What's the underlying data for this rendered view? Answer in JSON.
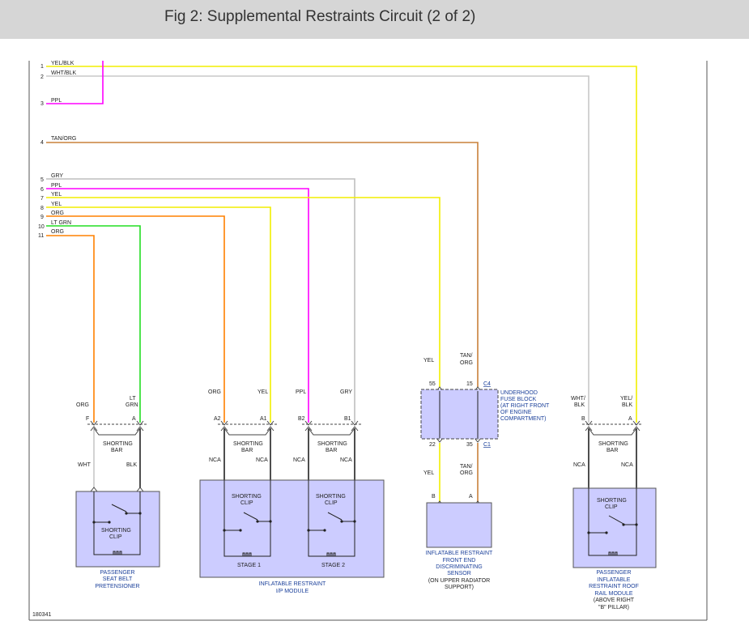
{
  "page": {
    "title": "Fig 2: Supplemental Restraints Circuit (2 of 2)"
  },
  "diagram_id": "180341",
  "colors": {
    "yellow": "#f2ee00",
    "white": "#c8c8c8",
    "purple": "#ff00ff",
    "tan_orange": "#c9803a",
    "gray": "#bebebe",
    "orange": "#ff8000",
    "green": "#22dd22",
    "module_fill": "#ccccff",
    "label_blue": "#1a3f9a"
  },
  "pins": [
    {
      "num": "1",
      "wire": "YEL/BLK"
    },
    {
      "num": "2",
      "wire": "WHT/BLK"
    },
    {
      "num": "3",
      "wire": "PPL"
    },
    {
      "num": "4",
      "wire": "TAN/ORG"
    },
    {
      "num": "5",
      "wire": "GRY"
    },
    {
      "num": "6",
      "wire": "PPL"
    },
    {
      "num": "7",
      "wire": "YEL"
    },
    {
      "num": "8",
      "wire": "YEL"
    },
    {
      "num": "9",
      "wire": "ORG"
    },
    {
      "num": "10",
      "wire": "LT GRN"
    },
    {
      "num": "11",
      "wire": "ORG"
    }
  ],
  "seatbelt": {
    "wire_left": "ORG",
    "wire_right_1": "LT",
    "wire_right_2": "GRN",
    "pin_left": "F",
    "pin_right": "A",
    "bar_1": "SHORTING",
    "bar_2": "BAR",
    "lower_left": "WHT",
    "lower_right": "BLK",
    "clip_1": "SHORTING",
    "clip_2": "CLIP",
    "label_1": "PASSENGER",
    "label_2": "SEAT BELT",
    "label_3": "PRETENSIONER"
  },
  "ip_module": {
    "wires": [
      "ORG",
      "YEL",
      "PPL",
      "GRY"
    ],
    "pins": [
      "A2",
      "A1",
      "B2",
      "B1"
    ],
    "bar_1": "SHORTING",
    "bar_2": "BAR",
    "nca": "NCA",
    "clip_1": "SHORTING",
    "clip_2": "CLIP",
    "stage1": "STAGE 1",
    "stage2": "STAGE 2",
    "label_1": "INFLATABLE RESTRAINT",
    "label_2": "I/P MODULE"
  },
  "fuse_block": {
    "wire_left": "YEL",
    "wire_right_1": "TAN/",
    "wire_right_2": "ORG",
    "pin_top_left": "55",
    "pin_top_right": "15",
    "conn_top": "C4",
    "pin_bot_left": "22",
    "pin_bot_right": "35",
    "conn_bot": "C1",
    "label_1": "UNDERHOOD",
    "label_2": "FUSE BLOCK",
    "label_3": "(AT RIGHT FRONT",
    "label_4": "OF ENGINE",
    "label_5": "COMPARTMENT)"
  },
  "sensor": {
    "wire_left": "YEL",
    "wire_right_1": "TAN/",
    "wire_right_2": "ORG",
    "pin_left": "B",
    "pin_right": "A",
    "label_1": "INFLATABLE RESTRAINT",
    "label_2": "FRONT END",
    "label_3": "DISCRIMINATING",
    "label_4": "SENSOR",
    "label_5": "(ON UPPER RADIATOR",
    "label_6": "SUPPORT)"
  },
  "roof_rail": {
    "wire_left_1": "WHT/",
    "wire_left_2": "BLK",
    "wire_right_1": "YEL/",
    "wire_right_2": "BLK",
    "pin_left": "B",
    "pin_right": "A",
    "bar_1": "SHORTING",
    "bar_2": "BAR",
    "nca": "NCA",
    "clip_1": "SHORTING",
    "clip_2": "CLIP",
    "label_1": "PASSENGER",
    "label_2": "INFLATABLE",
    "label_3": "RESTRAINT ROOF",
    "label_4": "RAIL MODULE",
    "label_5": "(ABOVE RIGHT",
    "label_6": "\"B\" PILLAR)"
  }
}
